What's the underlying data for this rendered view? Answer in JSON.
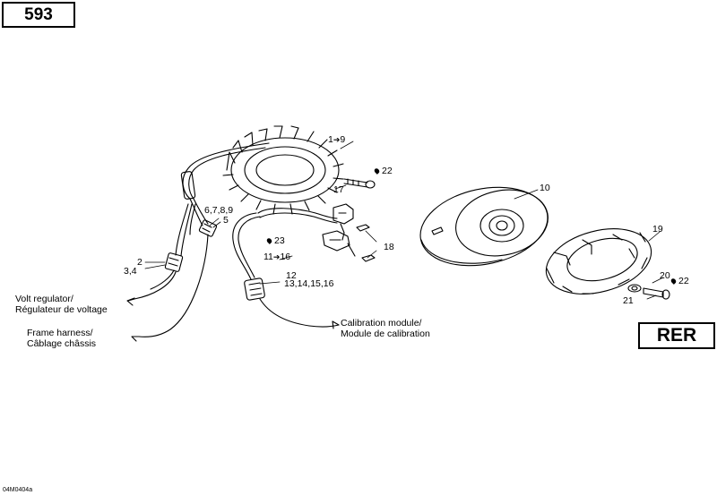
{
  "page_number": "593",
  "variant_code": "RER",
  "drawing_code": "04M0404a",
  "callouts": {
    "c1_9": {
      "from": "1",
      "to": "9"
    },
    "c22a": "22",
    "c17": "17",
    "c10": "10",
    "c6789": "6,7,8,9",
    "c5": "5",
    "c23": "23",
    "c18": "18",
    "c2": "2",
    "c34": "3,4",
    "c11_16": {
      "from": "11",
      "to": "16"
    },
    "c12": "12",
    "c13_16": "13,14,15,16",
    "c19": "19",
    "c20": "20",
    "c22b": "22",
    "c21": "21"
  },
  "notes": {
    "volt_regulator": [
      "Volt regulator/",
      "Régulateur de voltage"
    ],
    "frame_harness": [
      "Frame harness/",
      "Câblage châssis"
    ],
    "calibration_module": [
      "Calibration module/",
      "Module de calibration"
    ]
  }
}
